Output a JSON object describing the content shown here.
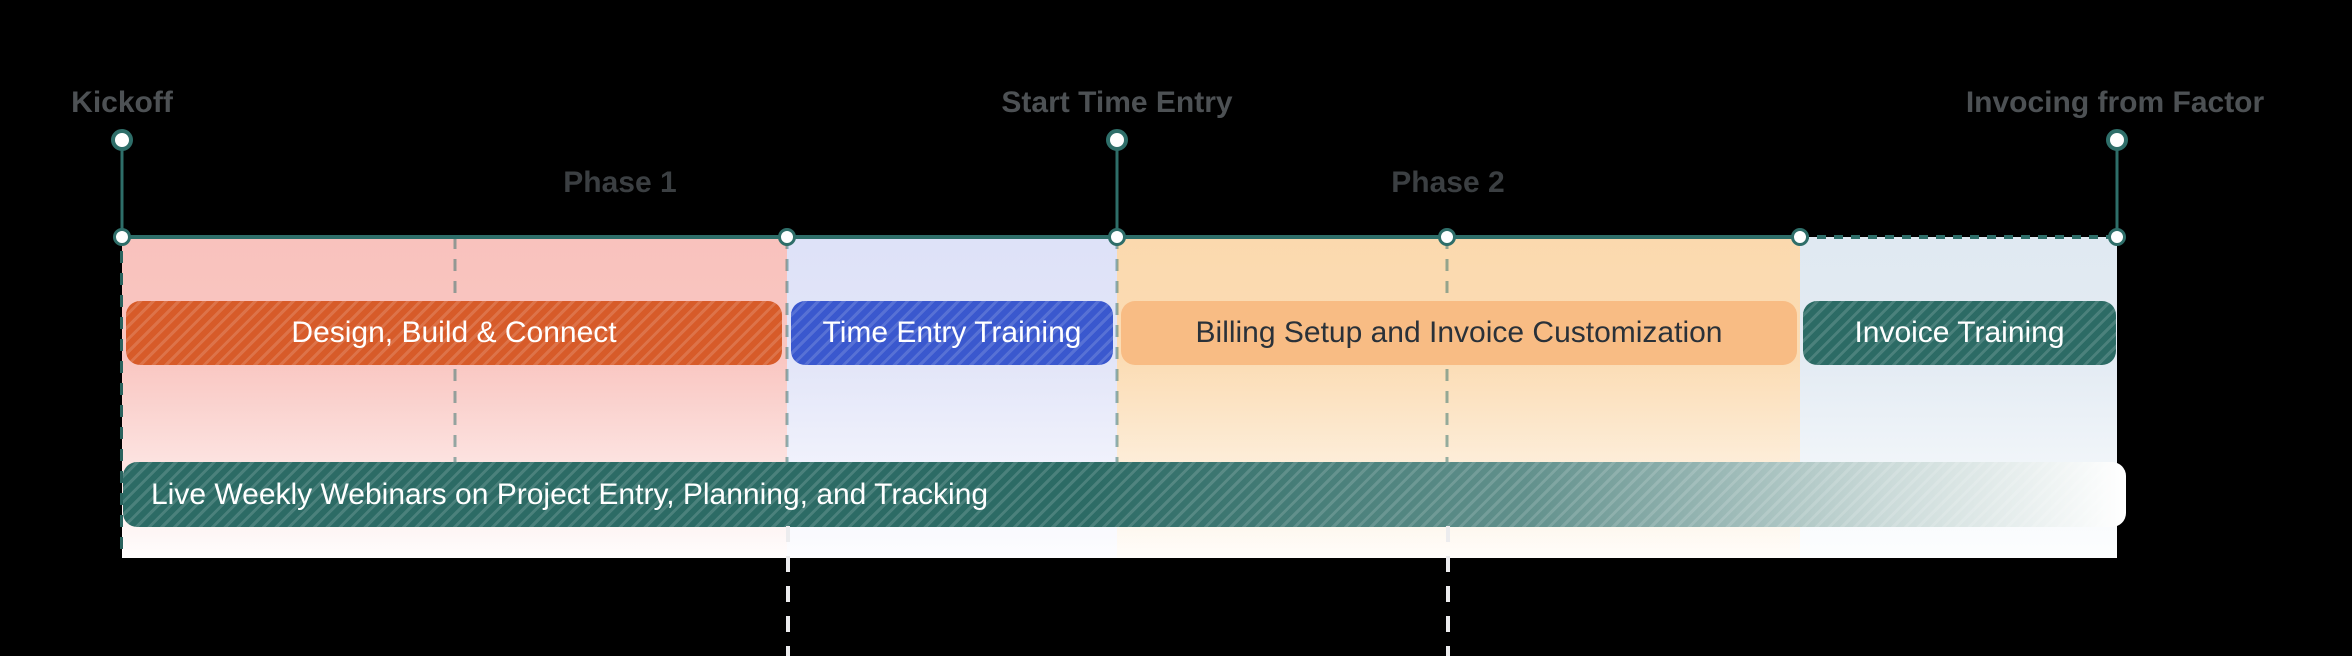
{
  "diagram": {
    "title": "implementation-timeline",
    "milestones": [
      {
        "label": "Kickoff"
      },
      {
        "label": "Start Time Entry"
      },
      {
        "label": "Invocing from Factor"
      }
    ],
    "phases": [
      {
        "label": "Phase 1"
      },
      {
        "label": "Phase 2"
      }
    ],
    "tasks": [
      {
        "label": "Design, Build & Connect",
        "color": "#D75B29",
        "text_color": "#FFFFFF",
        "hatched": true
      },
      {
        "label": "Time Entry Training",
        "color": "#3A58CE",
        "text_color": "#FFFFFF",
        "hatched": true
      },
      {
        "label": "Billing Setup and Invoice Customization",
        "color": "#F8BC84",
        "text_color": "#2A3139",
        "hatched": false
      },
      {
        "label": "Invoice Training",
        "color": "#2C6B65",
        "text_color": "#FFFFFF",
        "hatched": true
      }
    ],
    "continuous_track": {
      "label": "Live Weekly Webinars on Project Entry, Planning, and Tracking",
      "color": "#2C6B65",
      "fades_to": "#FFFFFF"
    },
    "colors": {
      "background": "#000000",
      "accent_teal": "#2E6E69",
      "phase1_band": "#F9C2BD",
      "time_entry_band": "#DEE2F8",
      "billing_band": "#FBD9AE",
      "invoice_band": "#E0E9F2",
      "milestone_label": "#4D5154",
      "phase_label": "#3B3F42",
      "guide_dash": "#ECECEE"
    }
  }
}
